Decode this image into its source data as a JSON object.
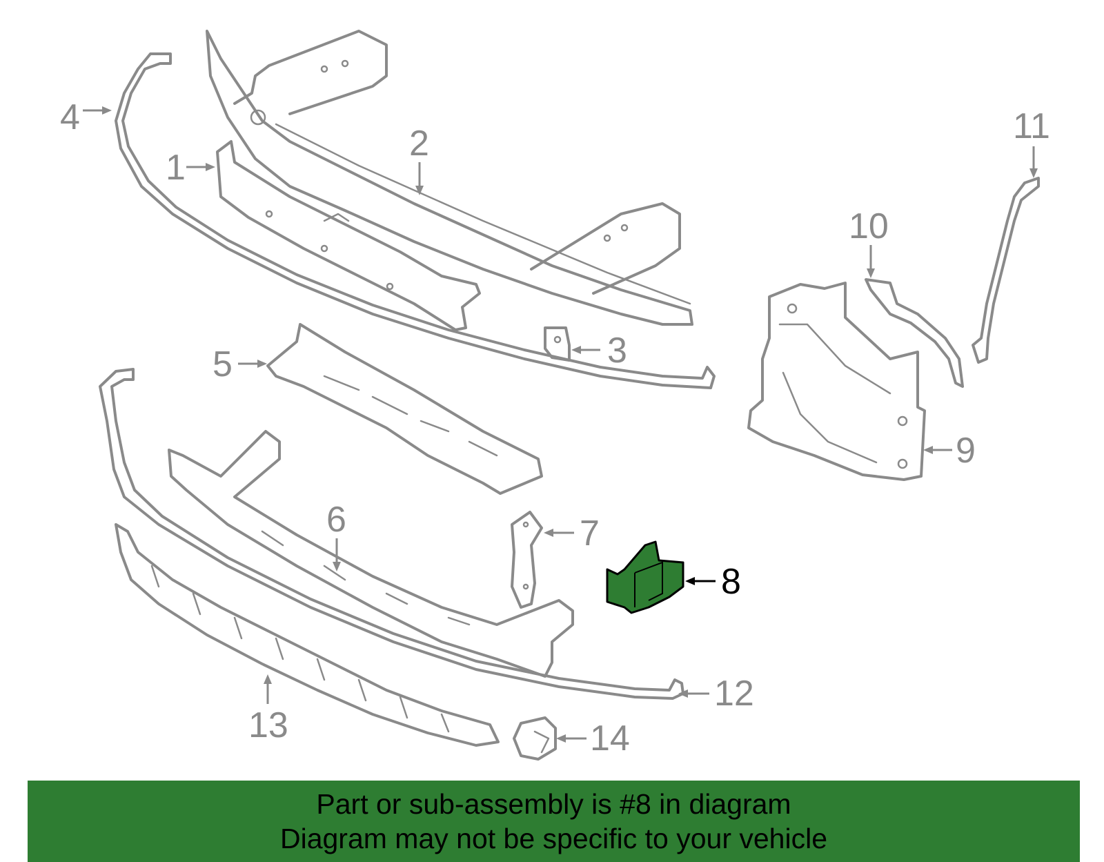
{
  "diagram": {
    "callouts": [
      "1",
      "2",
      "3",
      "4",
      "5",
      "6",
      "7",
      "8",
      "9",
      "10",
      "11",
      "12",
      "13",
      "14"
    ],
    "highlighted_part": "8",
    "highlight_color": "#2e7d32",
    "line_color": "#8a8a8a"
  },
  "banner": {
    "line1": "Part or sub-assembly is #8 in diagram",
    "line2": "Diagram may not be specific to your vehicle",
    "background": "#2e7d32"
  }
}
